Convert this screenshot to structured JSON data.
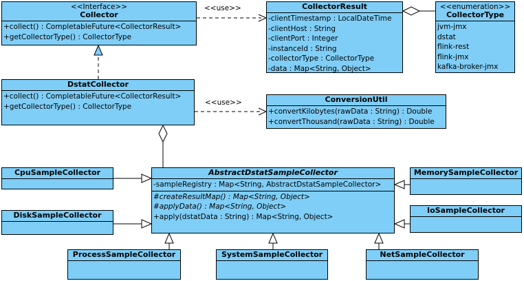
{
  "collector": {
    "stereotype": "<<Interface>>",
    "name": "Collector",
    "methods": [
      "+collect() : CompletableFuture<CollectorResult>",
      "+getCollectorType() : CollectorType"
    ]
  },
  "collector_result": {
    "name": "CollectorResult",
    "fields": [
      "-clientTimestamp : LocalDateTime",
      "-clientHost : String",
      "-clientPort : Integer",
      "-instanceId : String",
      "-collectorType : CollectorType",
      "-data : Map<String, Object>"
    ]
  },
  "collector_type": {
    "stereotype": "<<enumeration>>",
    "name": "CollectorType",
    "values": [
      "jvm-jmx",
      "dstat",
      "flink-rest",
      "flink-jmx",
      "kafka-broker-jmx"
    ]
  },
  "dstat_collector": {
    "name": "DstatCollector",
    "methods": [
      "+collect() : CompletableFuture<CollectorResult>",
      "+getCollectorType() : CollectorType"
    ]
  },
  "conversion_util": {
    "name": "ConversionUtil",
    "methods": [
      "+convertKilobytes(rawData : String) : Double",
      "+convertThousand(rawData : String) : Double"
    ]
  },
  "abstract_sample": {
    "name": "AbstractDstatSampleCollector",
    "fields": [
      "-sampleRegistry : Map<String, AbstractDstatSampleCollector>"
    ],
    "methods": [
      "#createResultMap() : Map<String, Object>",
      "#applyData() : Map<String, Object>",
      "+apply(dstatData : String) : Map<String, Object>"
    ]
  },
  "cpu": {
    "name": "CpuSampleCollector"
  },
  "disk": {
    "name": "DiskSampleCollector"
  },
  "memory": {
    "name": "MemorySampleCollector"
  },
  "io": {
    "name": "IoSampleCollector"
  },
  "process": {
    "name": "ProcessSampleCollector"
  },
  "system": {
    "name": "SystemSampleCollector"
  },
  "net": {
    "name": "NetSampleCollector"
  },
  "labels": {
    "use1": "<<use>>",
    "use2": "<<use>>"
  }
}
